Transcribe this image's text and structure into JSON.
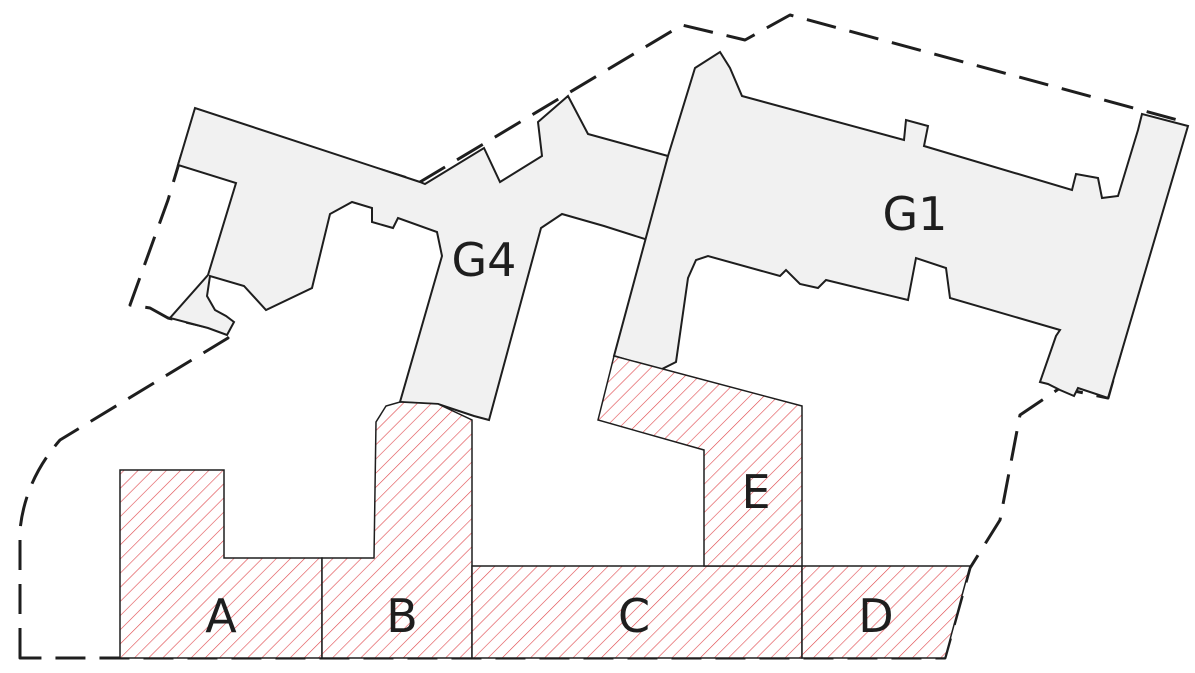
{
  "diagram": {
    "hatch_color": "#e0474c",
    "building_fill": "#f1f1f1",
    "line_color": "#1e1e1e",
    "buildings": [
      {
        "id": "g4",
        "label": "G4"
      },
      {
        "id": "g1",
        "label": "G1"
      }
    ],
    "plots": [
      {
        "id": "a",
        "label": "A"
      },
      {
        "id": "b",
        "label": "B"
      },
      {
        "id": "c",
        "label": "C"
      },
      {
        "id": "d",
        "label": "D"
      },
      {
        "id": "e",
        "label": "E"
      }
    ]
  }
}
